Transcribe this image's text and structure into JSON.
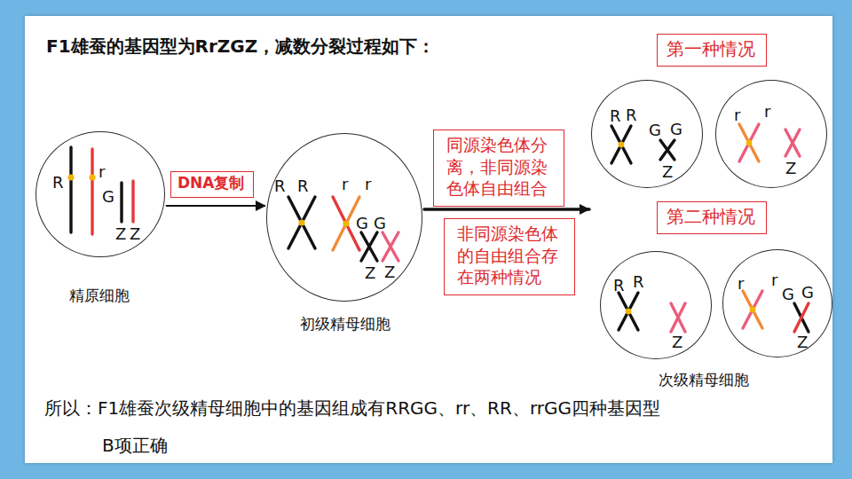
{
  "diagram": {
    "title": "F1雄蚕的基因型为RrZGZ，减数分裂过程如下：",
    "nodes": [
      {
        "text": [
          "R",
          "r",
          "G",
          "Z",
          "Z",
          "精原细胞"
        ]
      },
      {
        "text": [
          "DNA复制"
        ]
      },
      {
        "text": [
          "R",
          "R",
          "r",
          "r",
          "G",
          "G",
          "Z",
          "Z",
          "初级精母细胞"
        ]
      },
      {
        "text": [
          "同源染色体分离，非同源染色体自由组合"
        ]
      },
      {
        "text": [
          "非同源染色体的自由组合存在两种情况"
        ]
      },
      {
        "text": [
          "第一种情况"
        ]
      },
      {
        "text": [
          "R",
          "R",
          "G",
          "G",
          "Z"
        ]
      },
      {
        "text": [
          "r",
          "r",
          "Z"
        ]
      },
      {
        "text": [
          "第二种情况"
        ]
      },
      {
        "text": [
          "R",
          "R",
          "Z"
        ]
      },
      {
        "text": [
          "r",
          "r",
          "G",
          "G",
          "Z"
        ]
      }
    ],
    "edges": [
      {
        "from": 0,
        "to": 2,
        "arrow": "to"
      }
    ],
    "labels": [
      "次级精母细胞",
      "所以：F1雄蚕次级精母细胞中的基因组成有RRGG、rr、RR、rrGG四种基因型",
      "B项正确"
    ]
  }
}
